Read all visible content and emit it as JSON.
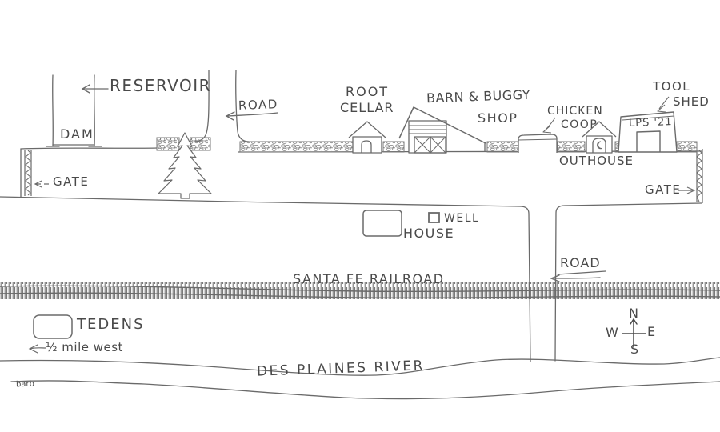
{
  "map": {
    "colors": {
      "ink": "#6a6a6a",
      "text": "#4a4a4a",
      "paper": "#ffffff"
    },
    "farmstead": {
      "reservoir_label": "RESERVOIR",
      "dam_label": "DAM",
      "gate_west_label": "GATE",
      "gate_east_label": "GATE",
      "road_north_label": "ROAD",
      "root_cellar_label_line1": "ROOT",
      "root_cellar_label_line2": "CELLAR",
      "barn_label_line1": "BARN & BUGGY",
      "barn_label_line2": "SHOP",
      "chicken_coop_label_line1": "CHICKEN",
      "chicken_coop_label_line2": "COOP",
      "tool_shed_label_line1": "TOOL",
      "tool_shed_label_line2": "SHED",
      "tool_shed_inscription": "LPS '21",
      "outhouse_label": "OUTHOUSE",
      "house_label": "HOUSE",
      "well_label": "WELL"
    },
    "transport": {
      "railroad_label": "SANTA FE RAILROAD",
      "road_south_label": "ROAD"
    },
    "landmarks": {
      "tedens_label": "TEDENS",
      "tedens_distance": "½ mile west",
      "river_label": "DES PLAINES RIVER"
    },
    "compass": {
      "n": "N",
      "w": "W",
      "e": "E",
      "s": "S"
    },
    "signature": "barb"
  }
}
